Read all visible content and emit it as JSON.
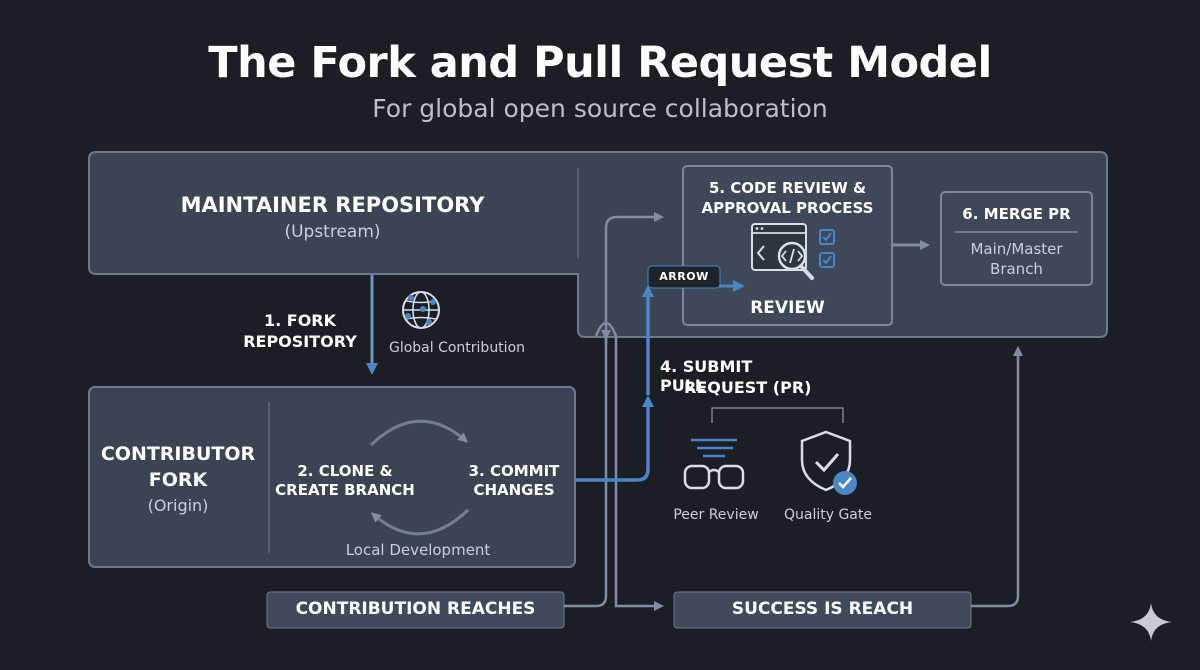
{
  "header": {
    "title": "The Fork and Pull Request Model",
    "subtitle": "For global open source collaboration"
  },
  "maintainer": {
    "title": "MAINTAINER REPOSITORY",
    "subtitle": "(Upstream)"
  },
  "review": {
    "title_line1": "5. CODE REVIEW &",
    "title_line2": "APPROVAL PROCESS",
    "label": "REVIEW",
    "arrow_tag": "ARROW"
  },
  "merge": {
    "title": "6. MERGE PR",
    "target_line1": "Main/Master",
    "target_line2": "Branch"
  },
  "fork_step": {
    "line1": "1. FORK",
    "line2": "REPOSITORY",
    "global_label": "Global Contribution"
  },
  "contributor": {
    "title_line1": "CONTRIBUTOR",
    "title_line2": "FORK",
    "subtitle": "(Origin)",
    "clone_line1": "2. CLONE &",
    "clone_line2": "CREATE BRANCH",
    "commit_line1": "3. COMMIT",
    "commit_line2": "CHANGES",
    "local_label": "Local Development"
  },
  "submit": {
    "line1": "4. SUBMIT PULL",
    "line2": "REQUEST (PR)",
    "peer_label": "Peer Review",
    "quality_label": "Quality Gate"
  },
  "bottom": {
    "left_label": "CONTRIBUTION REACHES",
    "right_label": "SUCCESS IS REACH"
  },
  "colors": {
    "background": "#1b1e24",
    "panel": "#3a4452",
    "panel_border": "#6d7a8c",
    "accent": "#4a86c8",
    "arrow_gray": "#7f8ea4"
  },
  "icons": [
    "globe-network-icon",
    "code-review-icon",
    "checklist-icon",
    "cycle-arrows-icon",
    "glasses-icon",
    "shield-check-icon",
    "sparkle-icon"
  ]
}
